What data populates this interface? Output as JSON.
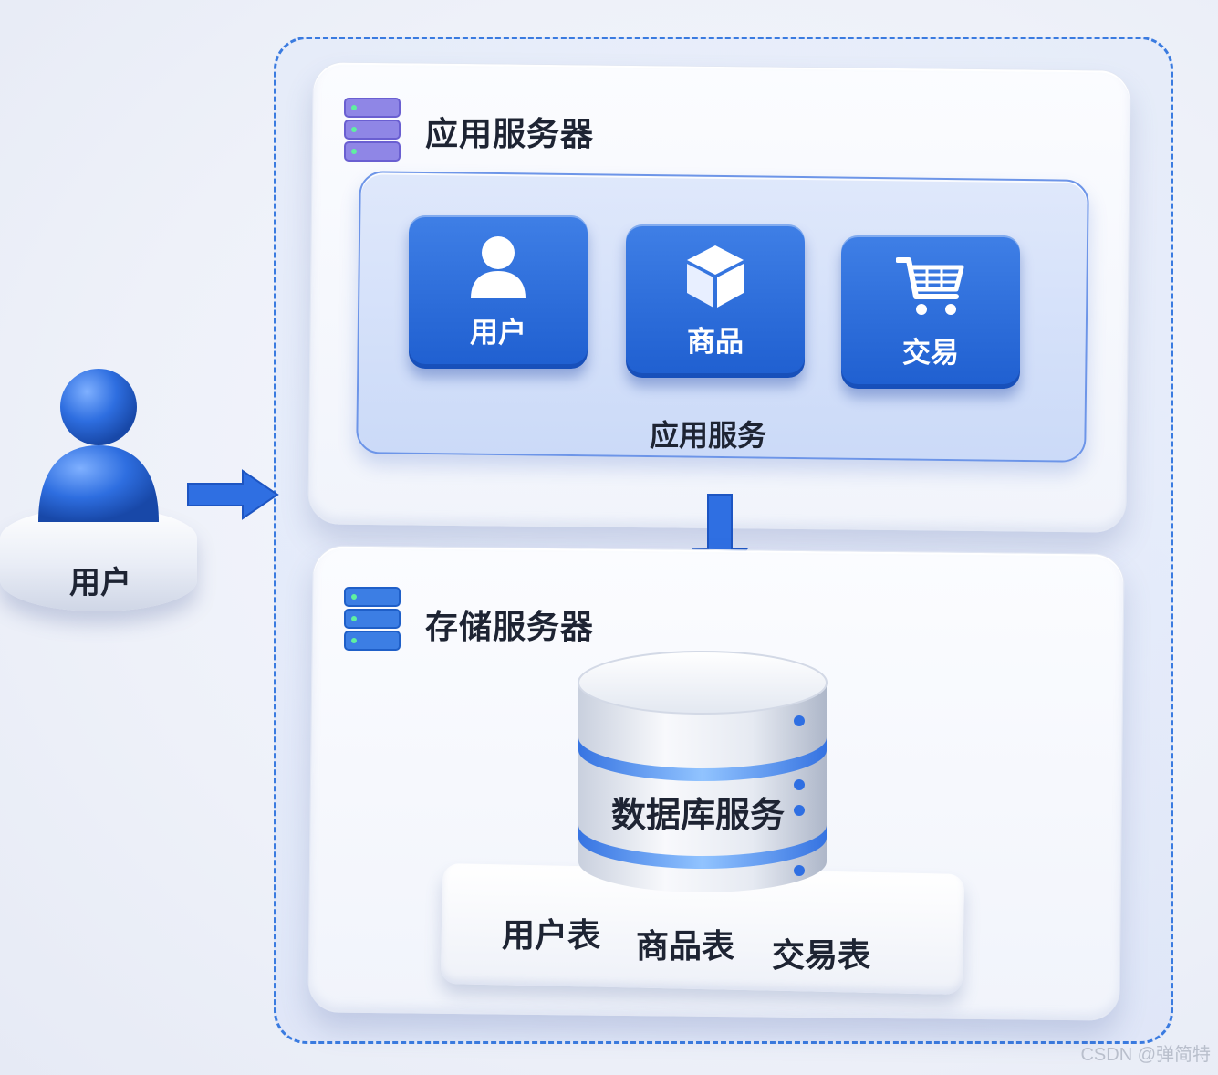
{
  "user": {
    "label": "用户"
  },
  "app_server": {
    "title": "应用服务器",
    "services_label": "应用服务",
    "services": [
      {
        "label": "用户",
        "icon": "user-icon"
      },
      {
        "label": "商品",
        "icon": "box-icon"
      },
      {
        "label": "交易",
        "icon": "cart-icon"
      }
    ]
  },
  "storage_server": {
    "title": "存储服务器",
    "database_label": "数据库服务",
    "tables": [
      "用户表",
      "商品表",
      "交易表"
    ]
  },
  "watermark": "CSDN @弹简特",
  "colors": {
    "accent": "#2563d8",
    "boundary": "#3a7be0",
    "text": "#1e2433"
  }
}
